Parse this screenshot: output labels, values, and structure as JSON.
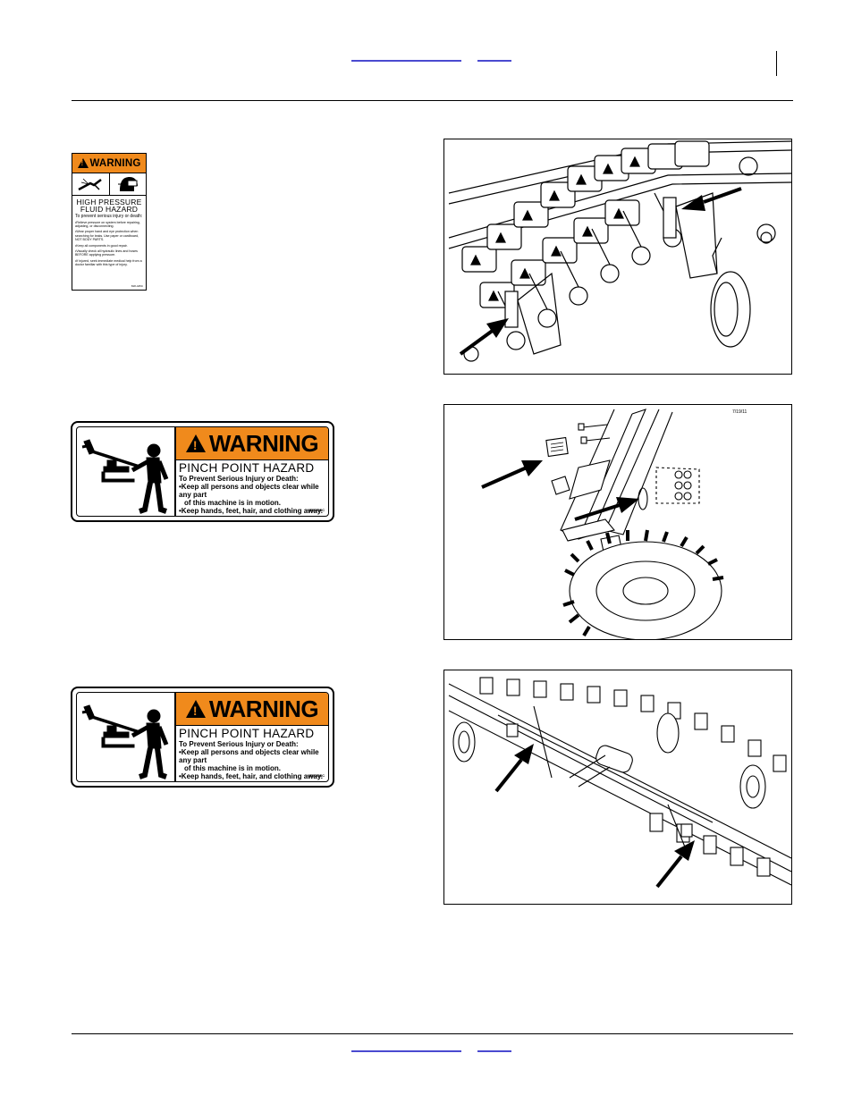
{
  "decal_high_pressure": {
    "signal_word": "WARNING",
    "title_line1": "HIGH PRESSURE",
    "title_line2": "FLUID HAZARD",
    "intro": "To prevent serious injury or death:",
    "bullets": [
      "•Relieve pressure on system before repairing, adjusting, or disconnecting.",
      "•Wear proper hand and eye protection when searching for leaks. Use paper or cardboard, NOT BODY PARTS.",
      "•Keep all components in good repair.",
      "•Visually check all hydraulic lines and hoses BEFORE applying pressure.",
      "•If injured, seek immediate medical help from a doctor familiar with this type of injury."
    ],
    "part_code": "818-445C"
  },
  "decal_pinch_1": {
    "signal_word": "WARNING",
    "title": "PINCH POINT HAZARD",
    "intro": "To Prevent Serious Injury or Death:",
    "bullet1_line1": "•Keep all persons and objects clear while any part",
    "bullet1_line2": "of this machine is in motion.",
    "bullet2": "•Keep hands, feet, hair, and clothing away.",
    "part_code": "818-398C"
  },
  "decal_pinch_2": {
    "signal_word": "WARNING",
    "title": "PINCH POINT HAZARD",
    "intro": "To Prevent Serious Injury or Death:",
    "bullet1_line1": "•Keep all persons and objects clear while any part",
    "bullet1_line2": "of this machine is in motion.",
    "bullet2": "•Keep hands, feet, hair, and clothing away.",
    "part_code": "818-398C"
  },
  "figure2_code": "7/19/11"
}
